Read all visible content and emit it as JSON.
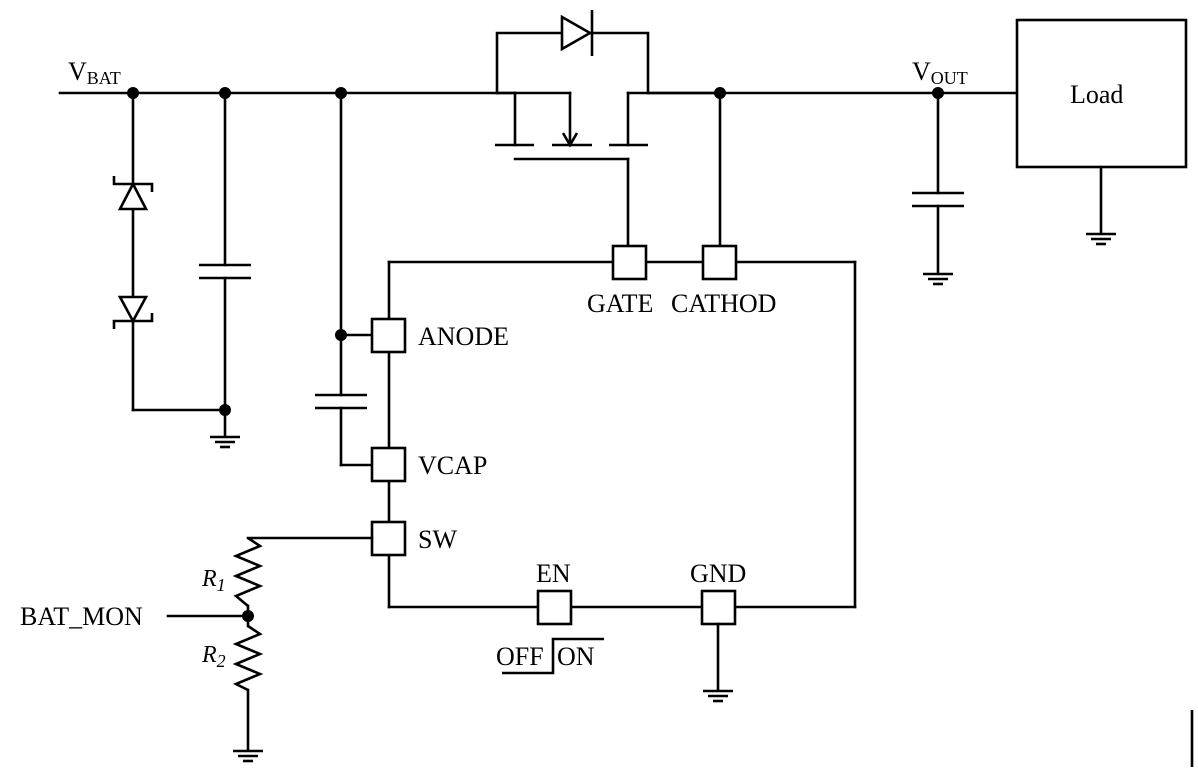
{
  "diagram": {
    "type": "circuit-schematic",
    "nets": {
      "vbat": {
        "main": "V",
        "sub": "BAT"
      },
      "vout": {
        "main": "V",
        "sub": "OUT"
      },
      "bat_mon": "BAT_MON"
    },
    "load_label": "Load",
    "ic_pins": {
      "gate": "GATE",
      "cathode": "CATHOD",
      "anode": "ANODE",
      "vcap": "VCAP",
      "sw": "SW",
      "en": "EN",
      "gnd": "GND"
    },
    "en_states": {
      "off": "OFF",
      "on": "ON"
    },
    "resistors": [
      {
        "name": "R",
        "index": "1"
      },
      {
        "name": "R",
        "index": "2"
      }
    ],
    "components": [
      "tvs-diode-pair",
      "input-capacitor",
      "anode-capacitor",
      "vcap-capacitor",
      "pmos-mosfet",
      "body-diode",
      "output-capacitor",
      "load",
      "resistor-divider"
    ]
  }
}
